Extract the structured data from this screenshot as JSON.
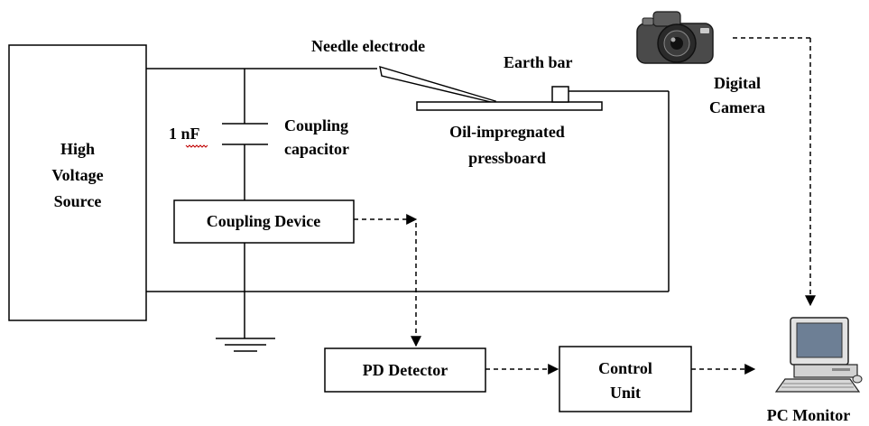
{
  "diagram": {
    "labels": {
      "hv_source": [
        "High",
        "Voltage",
        "Source"
      ],
      "needle_electrode": "Needle electrode",
      "earth_bar": "Earth bar",
      "digital_camera": [
        "Digital",
        "Camera"
      ],
      "capacitance": "1 nF",
      "coupling_capacitor": [
        "Coupling",
        "capacitor"
      ],
      "pressboard": [
        "Oil-impregnated",
        "pressboard"
      ],
      "coupling_device": "Coupling Device",
      "pd_detector": "PD Detector",
      "control_unit": [
        "Control",
        "Unit"
      ],
      "pc_monitor": "PC Monitor"
    },
    "icons": {
      "camera": "camera-icon",
      "computer": "computer-icon",
      "ground": "ground-icon"
    }
  }
}
